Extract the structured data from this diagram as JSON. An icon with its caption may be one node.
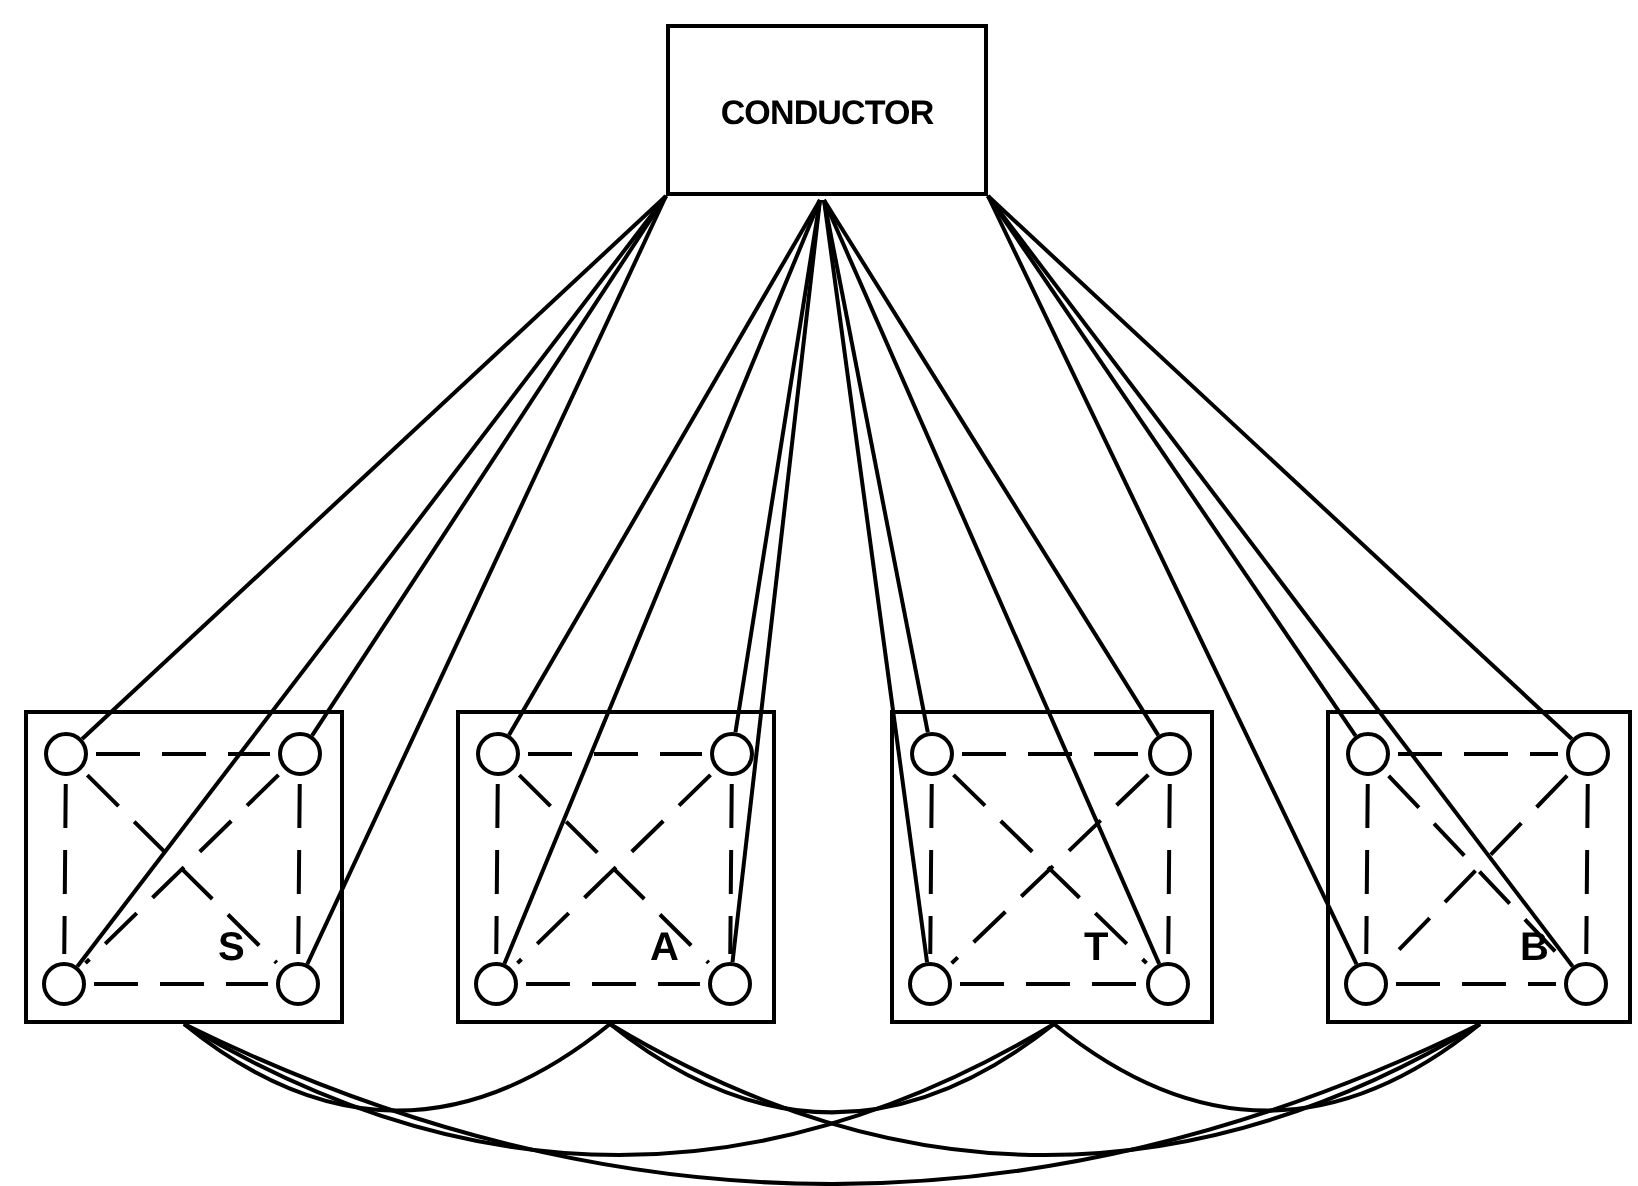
{
  "diagram": {
    "nodes": [
      {
        "text": [
          "CONDUCTOR"
        ]
      },
      {
        "text": [
          "S"
        ]
      },
      {
        "text": [],
        "shape": "circle",
        "in": 1
      },
      {
        "text": [],
        "shape": "circle",
        "in": 1
      },
      {
        "text": [],
        "shape": "circle",
        "in": 1
      },
      {
        "text": [],
        "shape": "circle",
        "in": 1
      },
      {
        "text": [
          "A"
        ]
      },
      {
        "text": [],
        "shape": "circle",
        "in": 6
      },
      {
        "text": [],
        "shape": "circle",
        "in": 6
      },
      {
        "text": [],
        "shape": "circle",
        "in": 6
      },
      {
        "text": [],
        "shape": "circle",
        "in": 6
      },
      {
        "text": [
          "T"
        ]
      },
      {
        "text": [],
        "shape": "circle",
        "in": 11
      },
      {
        "text": [],
        "shape": "circle",
        "in": 11
      },
      {
        "text": [],
        "shape": "circle",
        "in": 11
      },
      {
        "text": [],
        "shape": "circle",
        "in": 11
      },
      {
        "text": [
          "B"
        ]
      },
      {
        "text": [],
        "shape": "circle",
        "in": 16
      },
      {
        "text": [],
        "shape": "circle",
        "in": 16
      },
      {
        "text": [],
        "shape": "circle",
        "in": 16
      },
      {
        "text": [],
        "shape": "circle",
        "in": 16
      }
    ],
    "edges": [
      {
        "from": 0,
        "to": 2,
        "arrow": "none"
      },
      {
        "from": 0,
        "to": 3,
        "arrow": "none"
      },
      {
        "from": 0,
        "to": 4,
        "arrow": "none"
      },
      {
        "from": 0,
        "to": 5,
        "arrow": "none"
      },
      {
        "from": 0,
        "to": 7,
        "arrow": "none"
      },
      {
        "from": 0,
        "to": 8,
        "arrow": "none"
      },
      {
        "from": 0,
        "to": 9,
        "arrow": "none"
      },
      {
        "from": 0,
        "to": 10,
        "arrow": "none"
      },
      {
        "from": 0,
        "to": 12,
        "arrow": "none"
      },
      {
        "from": 0,
        "to": 13,
        "arrow": "none"
      },
      {
        "from": 0,
        "to": 14,
        "arrow": "none"
      },
      {
        "from": 0,
        "to": 15,
        "arrow": "none"
      },
      {
        "from": 0,
        "to": 17,
        "arrow": "none"
      },
      {
        "from": 0,
        "to": 18,
        "arrow": "none"
      },
      {
        "from": 0,
        "to": 19,
        "arrow": "none"
      },
      {
        "from": 0,
        "to": 20,
        "arrow": "none"
      },
      {
        "from": 2,
        "to": 3,
        "arrow": "none",
        "style": "dashed"
      },
      {
        "from": 4,
        "to": 5,
        "arrow": "none",
        "style": "dashed"
      },
      {
        "from": 2,
        "to": 4,
        "arrow": "none",
        "style": "dashed"
      },
      {
        "from": 3,
        "to": 5,
        "arrow": "none",
        "style": "dashed"
      },
      {
        "from": 2,
        "to": 5,
        "arrow": "none",
        "style": "dashed"
      },
      {
        "from": 3,
        "to": 4,
        "arrow": "none",
        "style": "dashed"
      },
      {
        "from": 7,
        "to": 8,
        "arrow": "none",
        "style": "dashed"
      },
      {
        "from": 9,
        "to": 10,
        "arrow": "none",
        "style": "dashed"
      },
      {
        "from": 7,
        "to": 9,
        "arrow": "none",
        "style": "dashed"
      },
      {
        "from": 8,
        "to": 10,
        "arrow": "none",
        "style": "dashed"
      },
      {
        "from": 7,
        "to": 10,
        "arrow": "none",
        "style": "dashed"
      },
      {
        "from": 8,
        "to": 9,
        "arrow": "none",
        "style": "dashed"
      },
      {
        "from": 12,
        "to": 13,
        "arrow": "none",
        "style": "dashed"
      },
      {
        "from": 14,
        "to": 15,
        "arrow": "none",
        "style": "dashed"
      },
      {
        "from": 12,
        "to": 14,
        "arrow": "none",
        "style": "dashed"
      },
      {
        "from": 13,
        "to": 15,
        "arrow": "none",
        "style": "dashed"
      },
      {
        "from": 12,
        "to": 15,
        "arrow": "none",
        "style": "dashed"
      },
      {
        "from": 13,
        "to": 14,
        "arrow": "none",
        "style": "dashed"
      },
      {
        "from": 17,
        "to": 18,
        "arrow": "none",
        "style": "dashed"
      },
      {
        "from": 19,
        "to": 20,
        "arrow": "none",
        "style": "dashed"
      },
      {
        "from": 17,
        "to": 19,
        "arrow": "none",
        "style": "dashed"
      },
      {
        "from": 18,
        "to": 20,
        "arrow": "none",
        "style": "dashed"
      },
      {
        "from": 17,
        "to": 20,
        "arrow": "none",
        "style": "dashed"
      },
      {
        "from": 18,
        "to": 19,
        "arrow": "none",
        "style": "dashed"
      },
      {
        "from": 1,
        "to": 6,
        "arrow": "none"
      },
      {
        "from": 1,
        "to": 11,
        "arrow": "none"
      },
      {
        "from": 1,
        "to": 16,
        "arrow": "none"
      },
      {
        "from": 6,
        "to": 11,
        "arrow": "none"
      },
      {
        "from": 6,
        "to": 16,
        "arrow": "none"
      },
      {
        "from": 11,
        "to": 16,
        "arrow": "none"
      }
    ]
  }
}
